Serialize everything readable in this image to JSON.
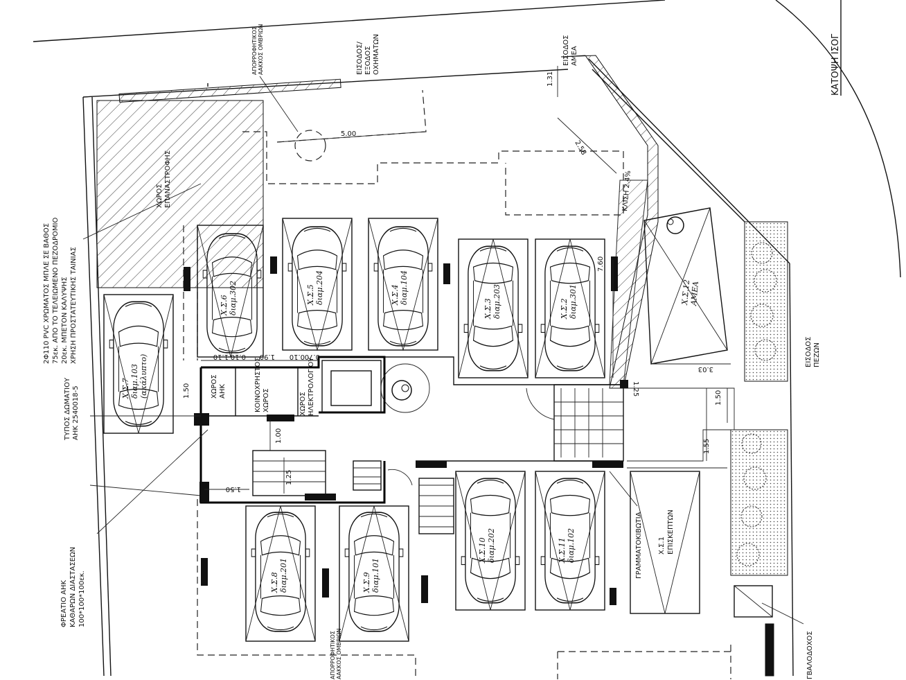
{
  "title": "ΚΑΤΟΨΗ ΙΣΟΓ",
  "labels": {
    "vehicle_entrance": [
      "ΕΙΣΟΔΟΣ/",
      "ΕΞΟΔΟΣ",
      "ΟΧΗΜΑΤΩΝ"
    ],
    "amea_entrance": [
      "ΕΙΣΟΔΟΣ",
      "ΑΜΕΑ"
    ],
    "drain_top": [
      "ΑΠΟΡΡΟΦΗΤΙΚΟΣ",
      "ΑΑΚΚΟΣ ΟΜΒΡΙΩΝ"
    ],
    "drain_bottom": [
      "ΑΠΟΡΡΟΦΗΤΙΚΟΣ",
      "ΑΑΚΚΟΣ ΟΜΒΡΙΩΝ"
    ],
    "turning_space": [
      "ΧΩΡΟΣ",
      "ΕΠΑΝΑΣΤΡΟΦΗΣ"
    ],
    "slope": "ΚΛΙΣΗ 2.4%",
    "pedestrian_entrance": [
      "ΕΙΣΟΔΟΣ",
      "ΠΕΖΩΝ"
    ],
    "mailboxes": "ΓΡΑΜΜΑΤΟΚΙΒΩΤΙΑ",
    "tank": "ΓΒΑΛΟΔΟΧΟΣ",
    "common_space": [
      "ΚΟΙΝΟΧΡΗΣΤΟΣ",
      "ΧΩΡΟΣ"
    ],
    "ahk_space": [
      "ΧΩΡΟΣ",
      "ΑΗΚ"
    ],
    "meter_space": [
      "ΧΩΡΟΣ",
      "ΗΛΕΚΤΡΟΛΟΓΙΟΥ"
    ],
    "pipe_note": [
      "2Φ110 PVC ΧΡΩΜΑΤΟΣ ΜΠΛΕ ΣΕ ΒΑΘΟΣ",
      "75εκ. ΑΠΟ ΤΟ ΤΕΛΕΙΩΜΕΝΟ ΠΕΖΟΔΡΟΜΙΟ",
      "20εκ. ΜΠΕΤΟΝ ΚΑΛΥΨΗΣ",
      "ΧΡΗΣΗ ΠΡΟΣΤΑΤΕΥΤΙΚΗΣ ΤΑΙΝΙΑΣ"
    ],
    "room_type": [
      "ΤΥΠΟΣ ΔΩΜΑΤΙΟΥ",
      "ΑΗΚ 2540018-5"
    ],
    "manhole": [
      "ΦΡΕΑΤΙΟ ΑΗΚ",
      "ΚΑΘΑΡΩΝ ΔΙΑΣΤΑΣΕΩΝ",
      "100*100*100εκ."
    ]
  },
  "dimensions": {
    "d500": "5.00",
    "d131": "1.31",
    "d258": "2.58",
    "d760": "7.60",
    "d303": "3.03",
    "d125a": "1.25",
    "d150a": "1.50",
    "d155": "1.55",
    "d110": "1.10",
    "d010a": "0.10",
    "d190": "1.90",
    "d010b": "0.10",
    "d070": "0.70",
    "d150b": "1.50",
    "d100": "1.00",
    "d125b": "1.25",
    "d150c": "1.50"
  },
  "spaces": [
    {
      "id": "X.Σ.7",
      "apt": "διαμ.103",
      "note": "(ακάλυπτο)"
    },
    {
      "id": "X.Σ.6",
      "apt": "διαμ.302"
    },
    {
      "id": "X.Σ.5",
      "apt": "διαμ.204"
    },
    {
      "id": "X.Σ.4",
      "apt": "διαμ.104"
    },
    {
      "id": "X.Σ.3",
      "apt": "διαμ.203"
    },
    {
      "id": "X.Σ.2",
      "apt": "διαμ.301"
    },
    {
      "id": "X.Σ.12",
      "apt": "ΑΜΕΑ"
    },
    {
      "id": "X.Σ.8",
      "apt": "διαμ.201"
    },
    {
      "id": "X.Σ.9",
      "apt": "διαμ.101"
    },
    {
      "id": "X.Σ.10",
      "apt": "διαμ.202"
    },
    {
      "id": "X.Σ.11",
      "apt": "διαμ.102"
    },
    {
      "id": "X.Σ.1",
      "apt": "ΕΠΙΣΚΕΠΤΩΝ"
    }
  ]
}
